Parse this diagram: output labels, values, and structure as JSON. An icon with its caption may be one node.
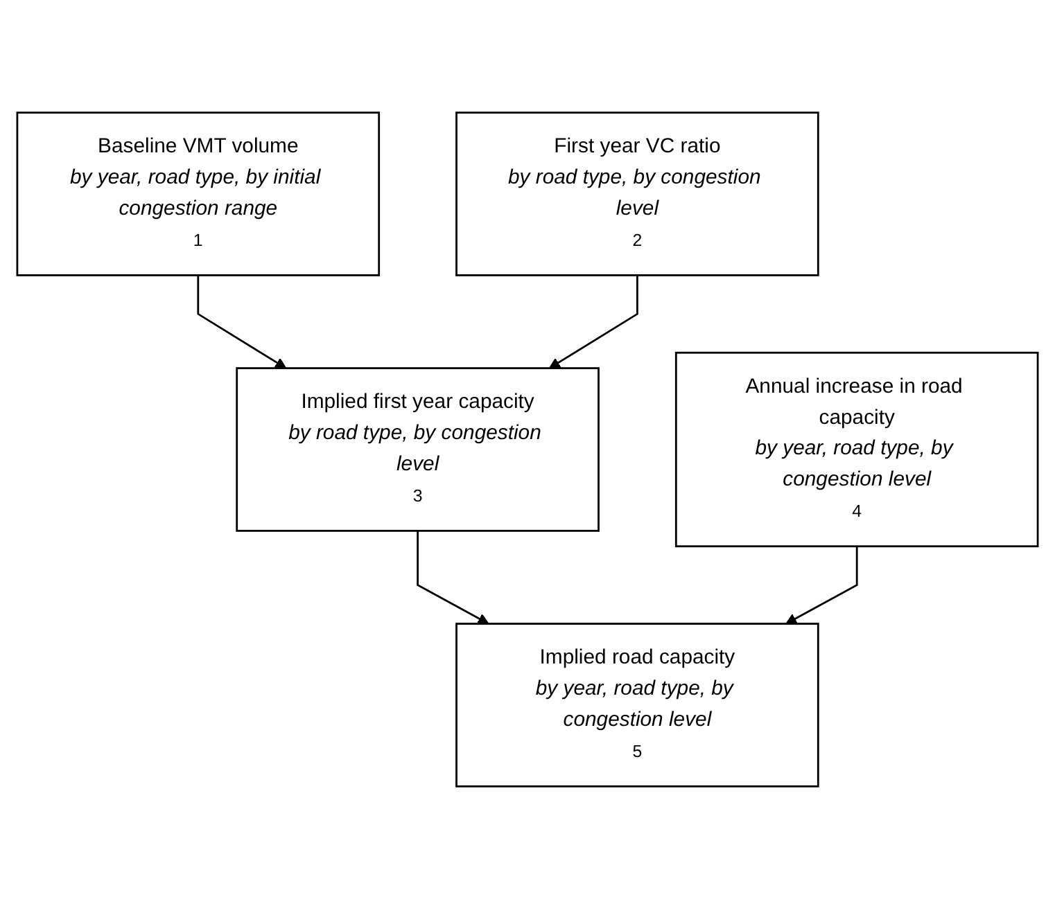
{
  "diagram": {
    "nodes": [
      {
        "text": [
          "Baseline VMT volume",
          "by year, road type, by initial congestion range",
          "1"
        ]
      },
      {
        "text": [
          "First year VC ratio",
          "by road type, by congestion level",
          "2"
        ]
      },
      {
        "text": [
          "Implied first year capacity",
          "by road type, by congestion level",
          "3"
        ]
      },
      {
        "text": [
          "Annual increase in road capacity",
          "by year, road type, by congestion level",
          "4"
        ]
      },
      {
        "text": [
          "Implied road capacity",
          "by year, road type, by congestion level",
          "5"
        ]
      }
    ],
    "edges": [
      {
        "from": 0,
        "to": 2,
        "arrow": "to"
      },
      {
        "from": 1,
        "to": 2,
        "arrow": "to"
      },
      {
        "from": 2,
        "to": 4,
        "arrow": "to"
      },
      {
        "from": 3,
        "to": 4,
        "arrow": "to"
      }
    ]
  }
}
